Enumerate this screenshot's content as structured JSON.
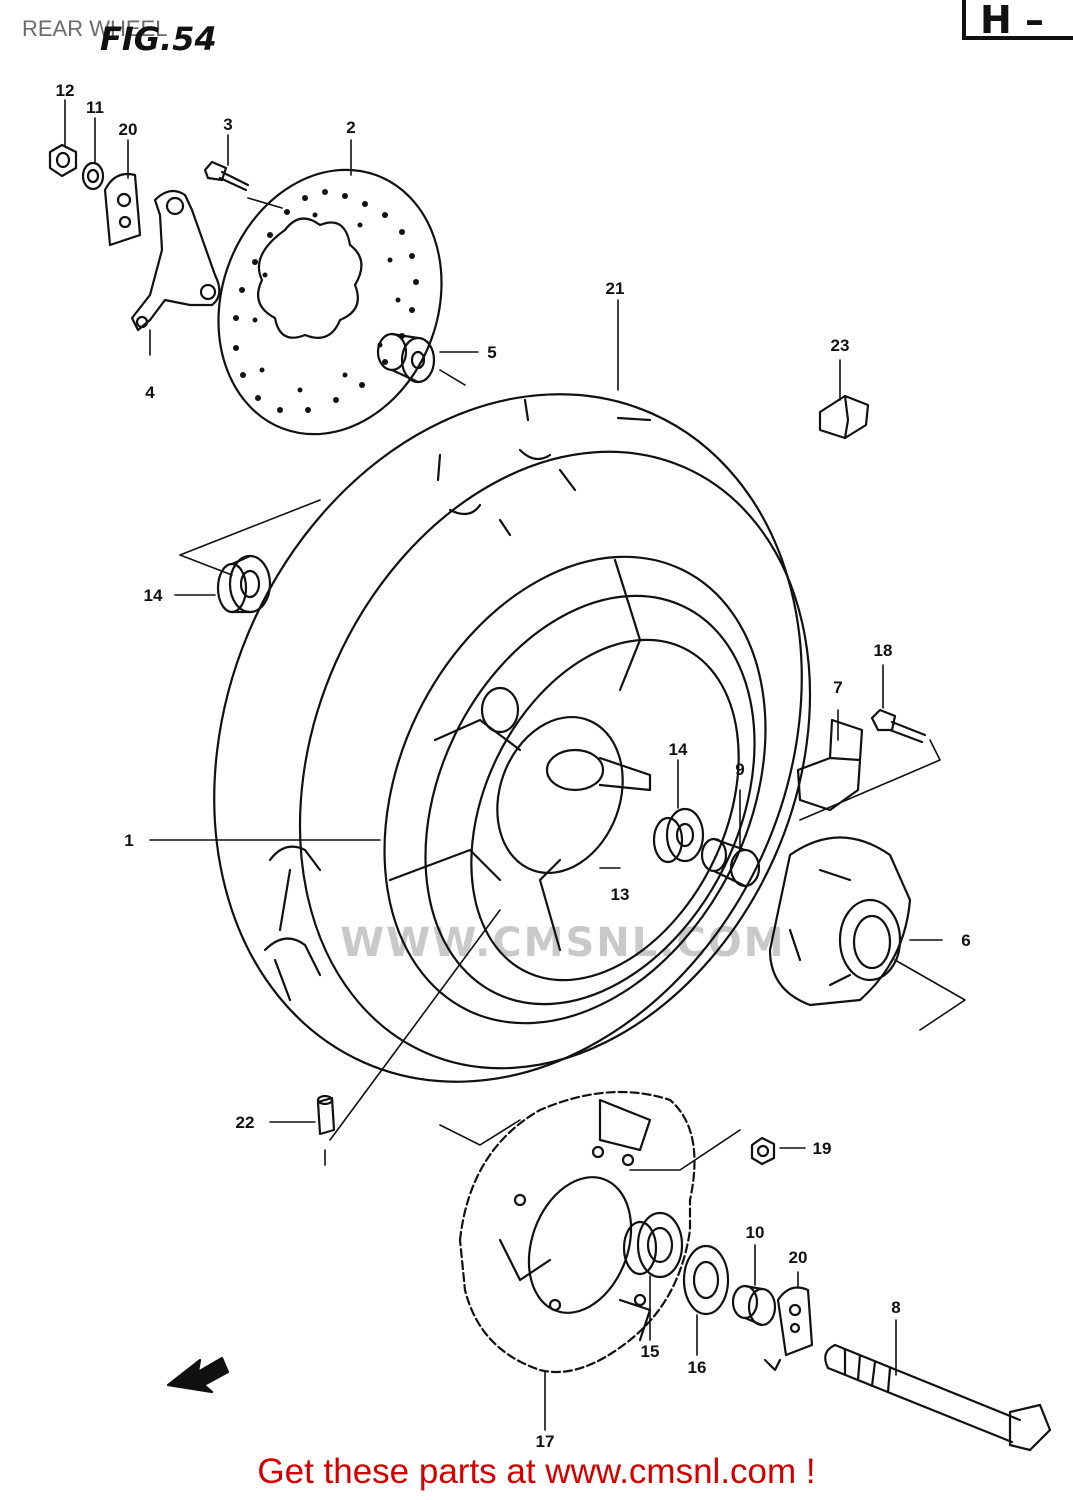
{
  "header": {
    "page_title": "REAR WHEEL",
    "figure_label": "FIG.54",
    "section_code": "H –"
  },
  "watermark": "WWW.CMSNL.COM",
  "callouts": [
    "1",
    "2",
    "3",
    "4",
    "5",
    "6",
    "7",
    "8",
    "9",
    "10",
    "11",
    "12",
    "13",
    "14",
    "14",
    "15",
    "16",
    "17",
    "18",
    "19",
    "20",
    "20",
    "21",
    "22",
    "23"
  ],
  "footer": {
    "link_text": "Get these parts at www.cmsnl.com !",
    "link_color": "#d40000"
  }
}
